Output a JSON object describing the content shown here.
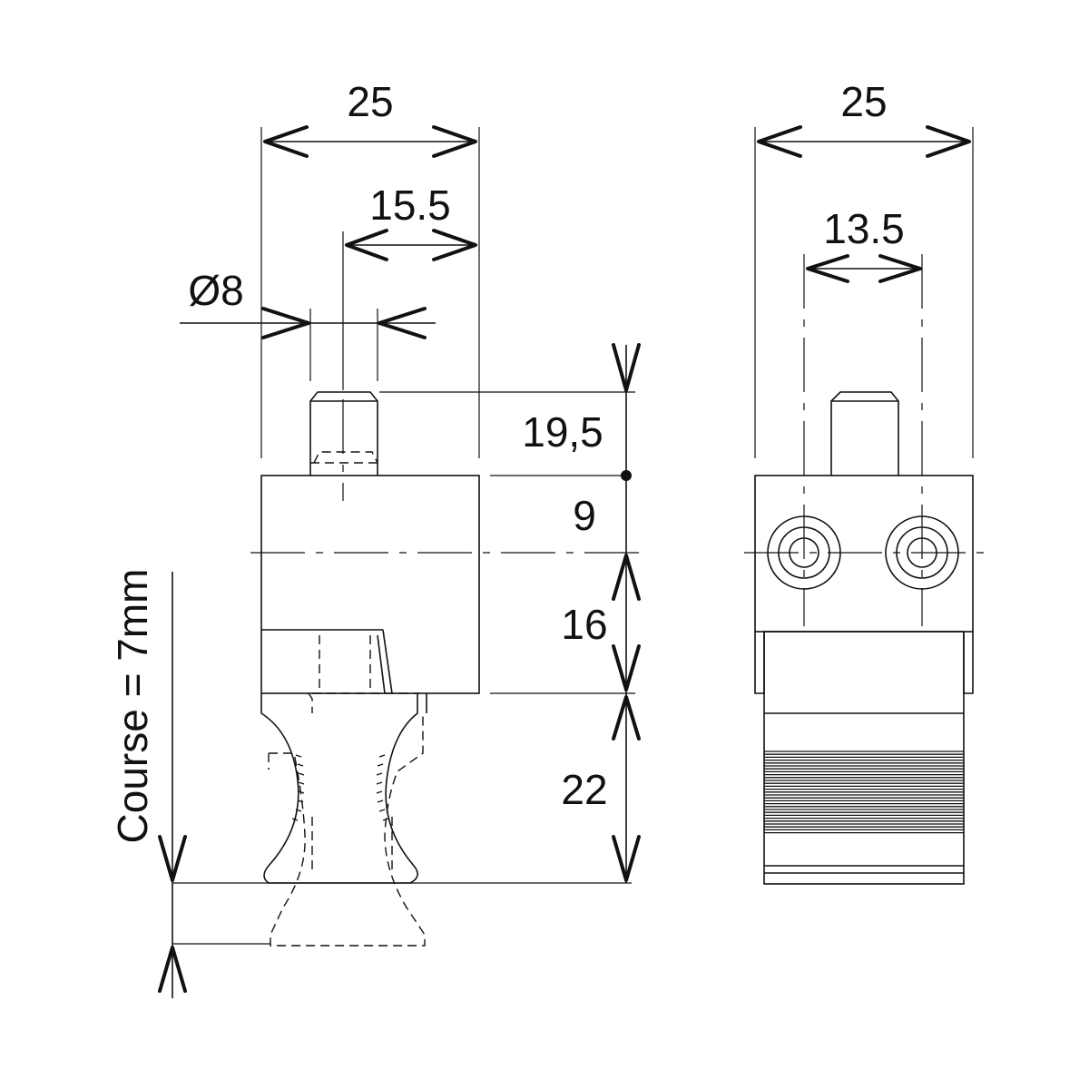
{
  "front_view": {
    "dim_width": "25",
    "dim_offset": "15.5",
    "dim_diameter": "Ø8",
    "dim_height_top": "19,5",
    "dim_height_block": "9",
    "dim_height_mid": "16",
    "dim_height_tip": "22",
    "stroke_label": "Course = 7mm"
  },
  "side_view": {
    "dim_width": "25",
    "dim_hole_spacing": "13.5"
  },
  "colors": {
    "line": "#111111",
    "background": "#ffffff"
  }
}
